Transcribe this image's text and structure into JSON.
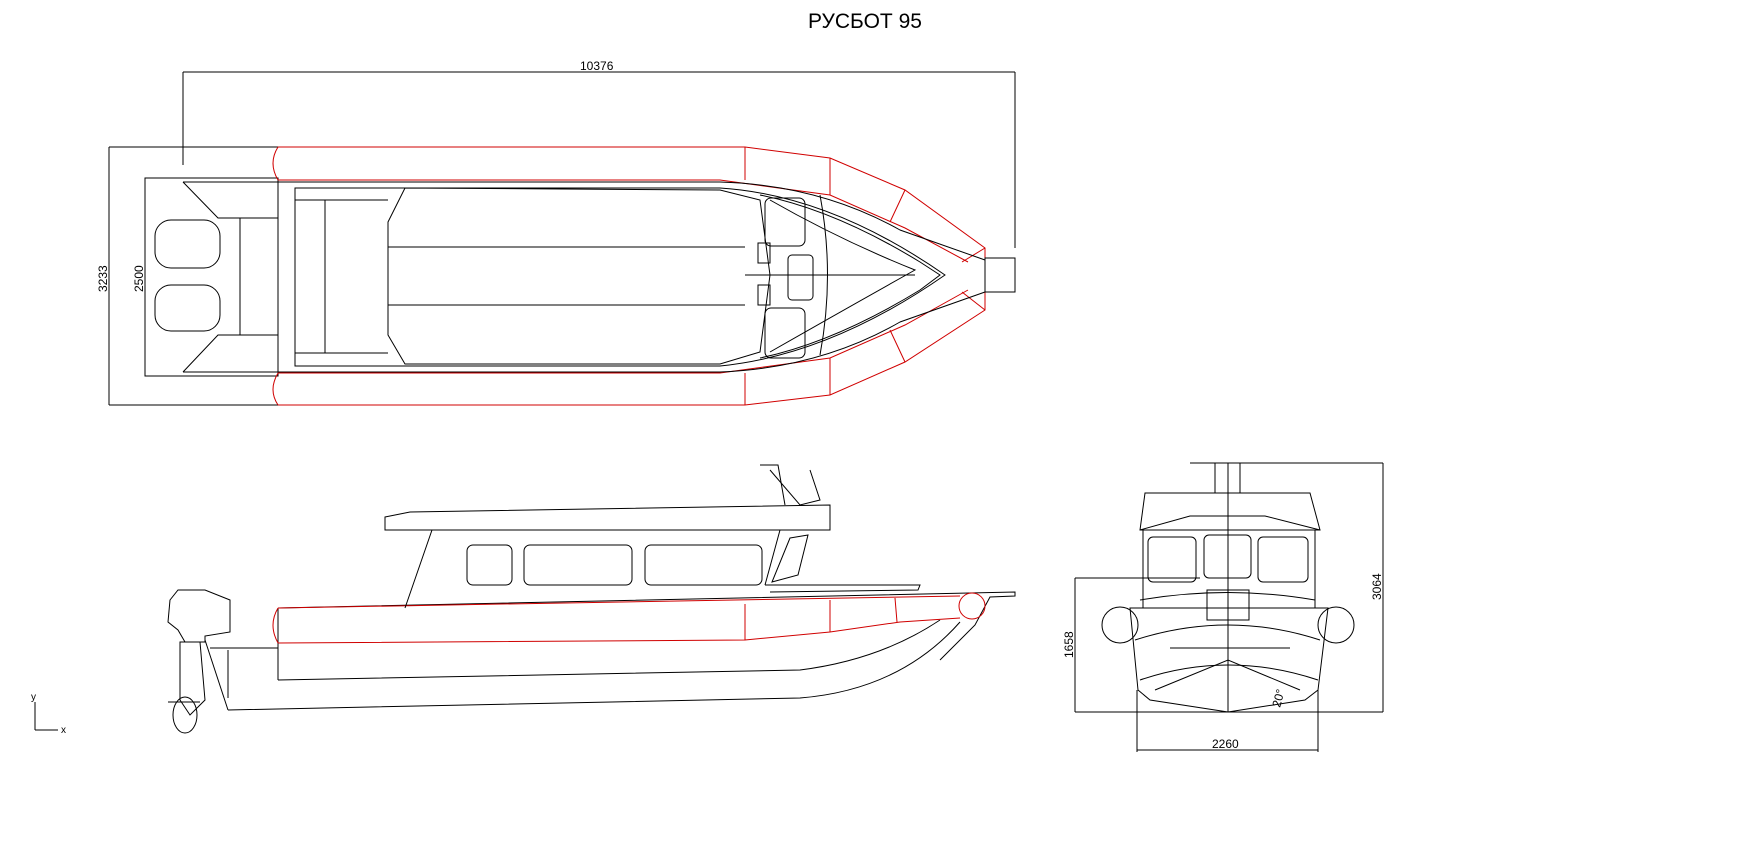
{
  "title": "РУСБОТ 95",
  "dimensions": {
    "overall_length": "10376",
    "overall_beam": "3233",
    "hull_beam": "2500",
    "height_waterline": "1658",
    "overall_height": "3064",
    "bottom_width": "2260",
    "deadrise_angle": "20°"
  },
  "axes": {
    "y": "y",
    "x": "x"
  },
  "colors": {
    "line": "#000000",
    "tube": "#d00000"
  }
}
